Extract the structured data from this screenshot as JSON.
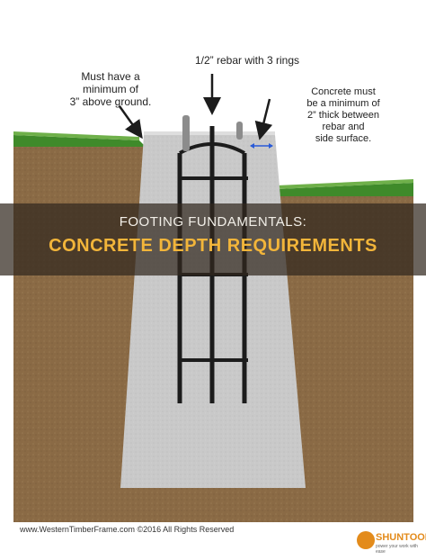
{
  "annotations": {
    "above_ground": "Must have a\nminimum of\n3” above ground.",
    "rebar": "1/2” rebar with 3 rings",
    "concrete_cover": "Concrete must\nbe a minimum of\n2” thick between\nrebar and\nside surface."
  },
  "banner": {
    "subtitle": "FOOTING FUNDAMENTALS:",
    "title": "CONCRETE DEPTH REQUIREMENTS"
  },
  "copyright": "www.WesternTimberFrame.com ©2016 All Rights Reserved",
  "brand": {
    "name": "SHUNTOOL",
    "tagline": "power your work with ease"
  },
  "colors": {
    "soil": "#8a6a45",
    "grass": "#3f8a2a",
    "concrete": "#c9c9c9",
    "rebar": "#1c1c1c",
    "banner_text": "#f2efe8",
    "banner_accent": "#f2b53a",
    "dimension_arrow": "#2a5bd7"
  }
}
